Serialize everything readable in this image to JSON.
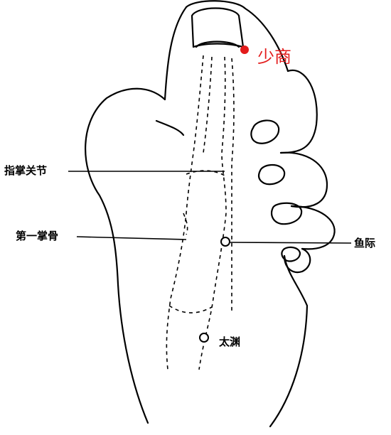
{
  "labels": {
    "joint": "指掌关节",
    "metacarpal": "第一掌骨",
    "yuji": "鱼际",
    "taiyuan": "太渊",
    "shaoshang": "少商"
  },
  "colors": {
    "line": "#000000",
    "point_fill": "#ffffff",
    "highlight": "#e31b1b"
  }
}
